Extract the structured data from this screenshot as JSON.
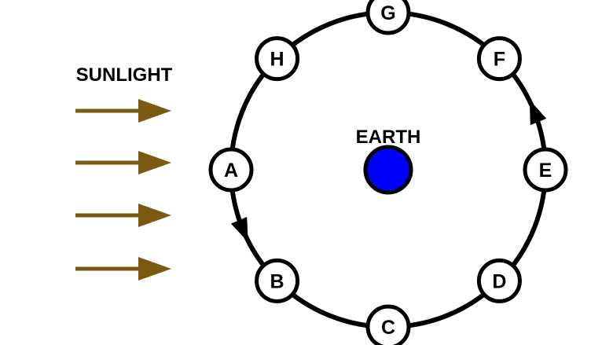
{
  "sunlight": {
    "label": "SUNLIGHT",
    "arrow_color": "#7a5a10",
    "arrow_count": 4
  },
  "earth": {
    "label": "EARTH",
    "color": "#0000ff"
  },
  "orbit": {
    "color": "#000000",
    "direction": "counterclockwise",
    "positions": [
      {
        "id": "a",
        "label": "A"
      },
      {
        "id": "b",
        "label": "B"
      },
      {
        "id": "c",
        "label": "C"
      },
      {
        "id": "d",
        "label": "D"
      },
      {
        "id": "e",
        "label": "E"
      },
      {
        "id": "f",
        "label": "F"
      },
      {
        "id": "g",
        "label": "G"
      },
      {
        "id": "h",
        "label": "H"
      }
    ],
    "direction_arrows": [
      {
        "between": [
          "A",
          "B"
        ]
      },
      {
        "between": [
          "E",
          "F"
        ]
      }
    ]
  }
}
